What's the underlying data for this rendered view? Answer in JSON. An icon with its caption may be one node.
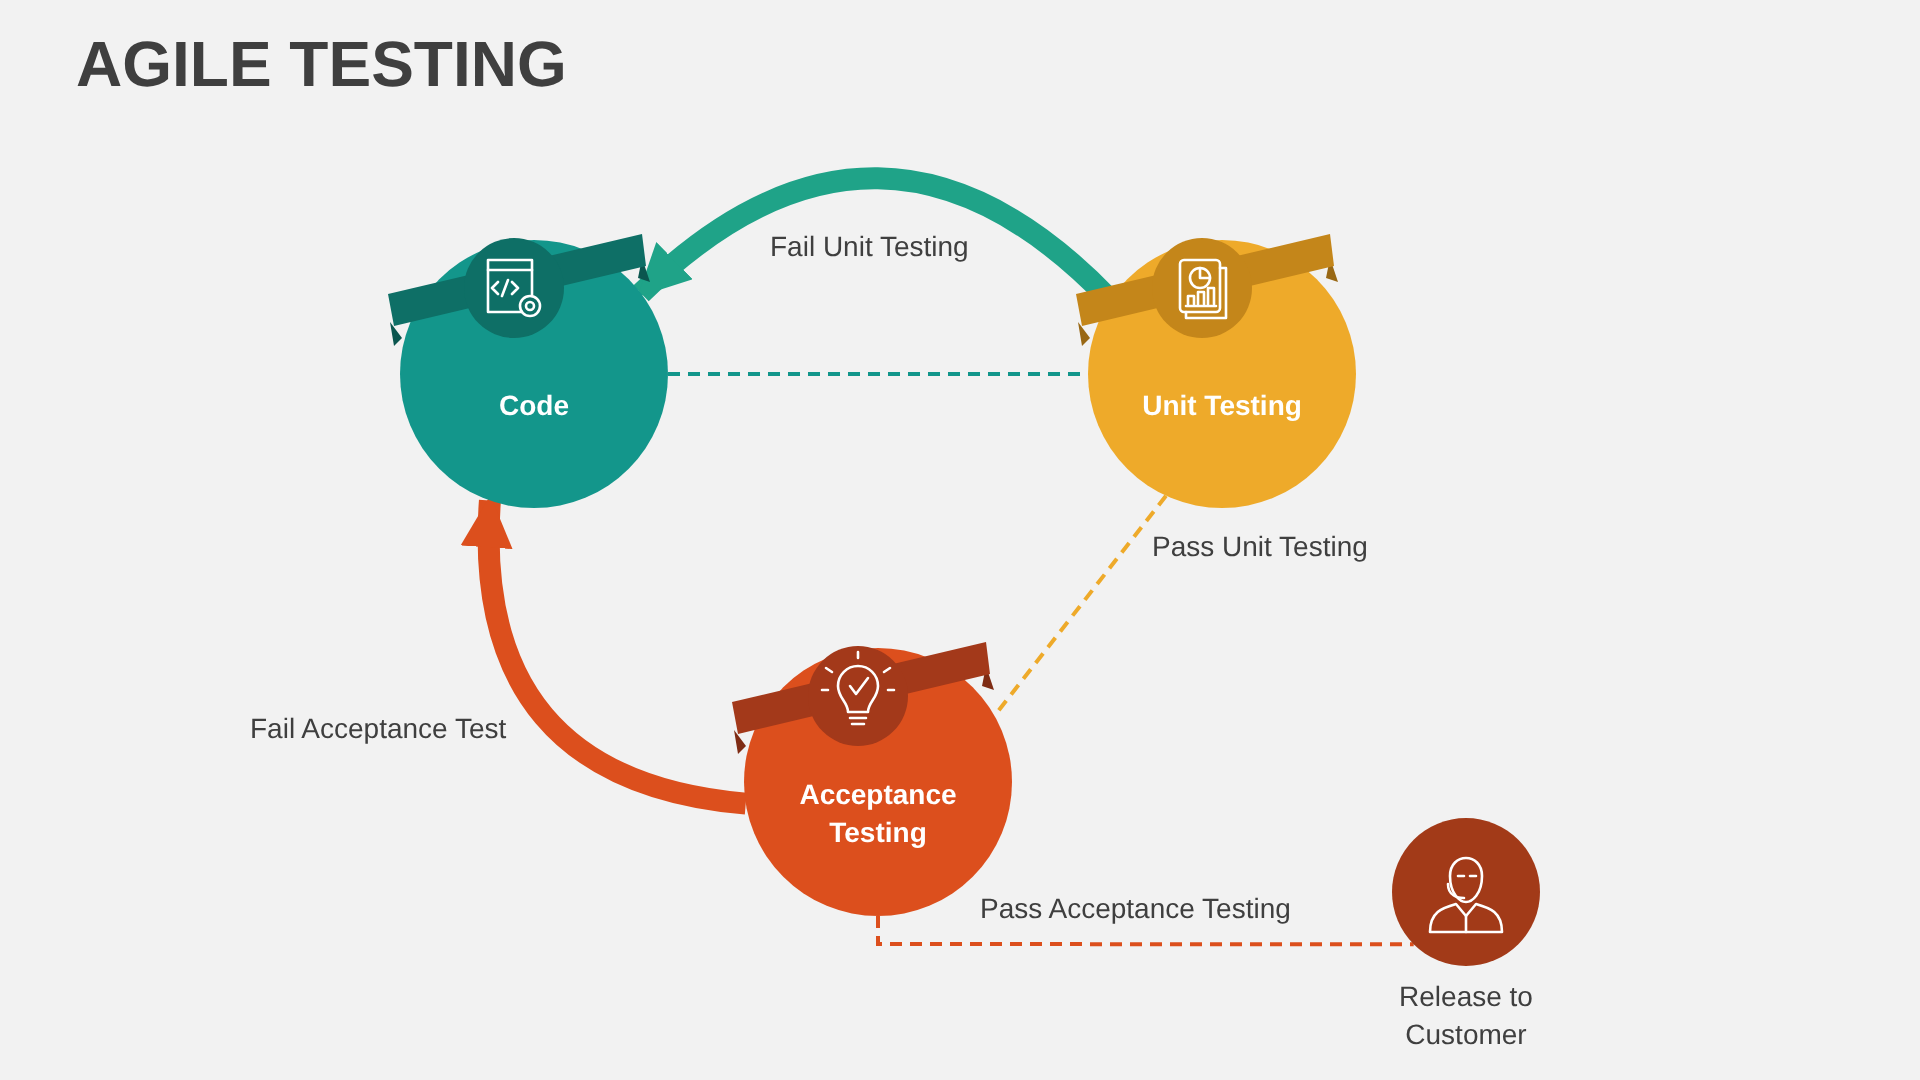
{
  "diagram": {
    "title": "AGILE TESTING",
    "nodes": [
      {
        "text": [
          "Code"
        ]
      },
      {
        "text": [
          "Unit Testing"
        ]
      },
      {
        "text": [
          "Acceptance Testing"
        ]
      },
      {
        "text": [
          "Release to Customer"
        ]
      }
    ],
    "edges": [
      {
        "from": 0,
        "to": 1,
        "arrow": "none",
        "style": "dashed",
        "color": "#13968b"
      },
      {
        "from": 1,
        "to": 2,
        "arrow": "none",
        "style": "dashed",
        "color": "#eeaa2a",
        "label": "Pass Unit Testing"
      },
      {
        "from": 2,
        "to": 3,
        "arrow": "none",
        "style": "dashed",
        "color": "#dc4f1d",
        "label": "Pass Acceptance Testing"
      },
      {
        "from": 1,
        "to": 0,
        "arrow": "to",
        "style": "thick",
        "color": "#1fa388",
        "label": "Fail Unit Testing"
      },
      {
        "from": 2,
        "to": 0,
        "arrow": "to",
        "style": "thick",
        "color": "#dc4f1d",
        "label": "Fail Acceptance Test"
      }
    ]
  }
}
